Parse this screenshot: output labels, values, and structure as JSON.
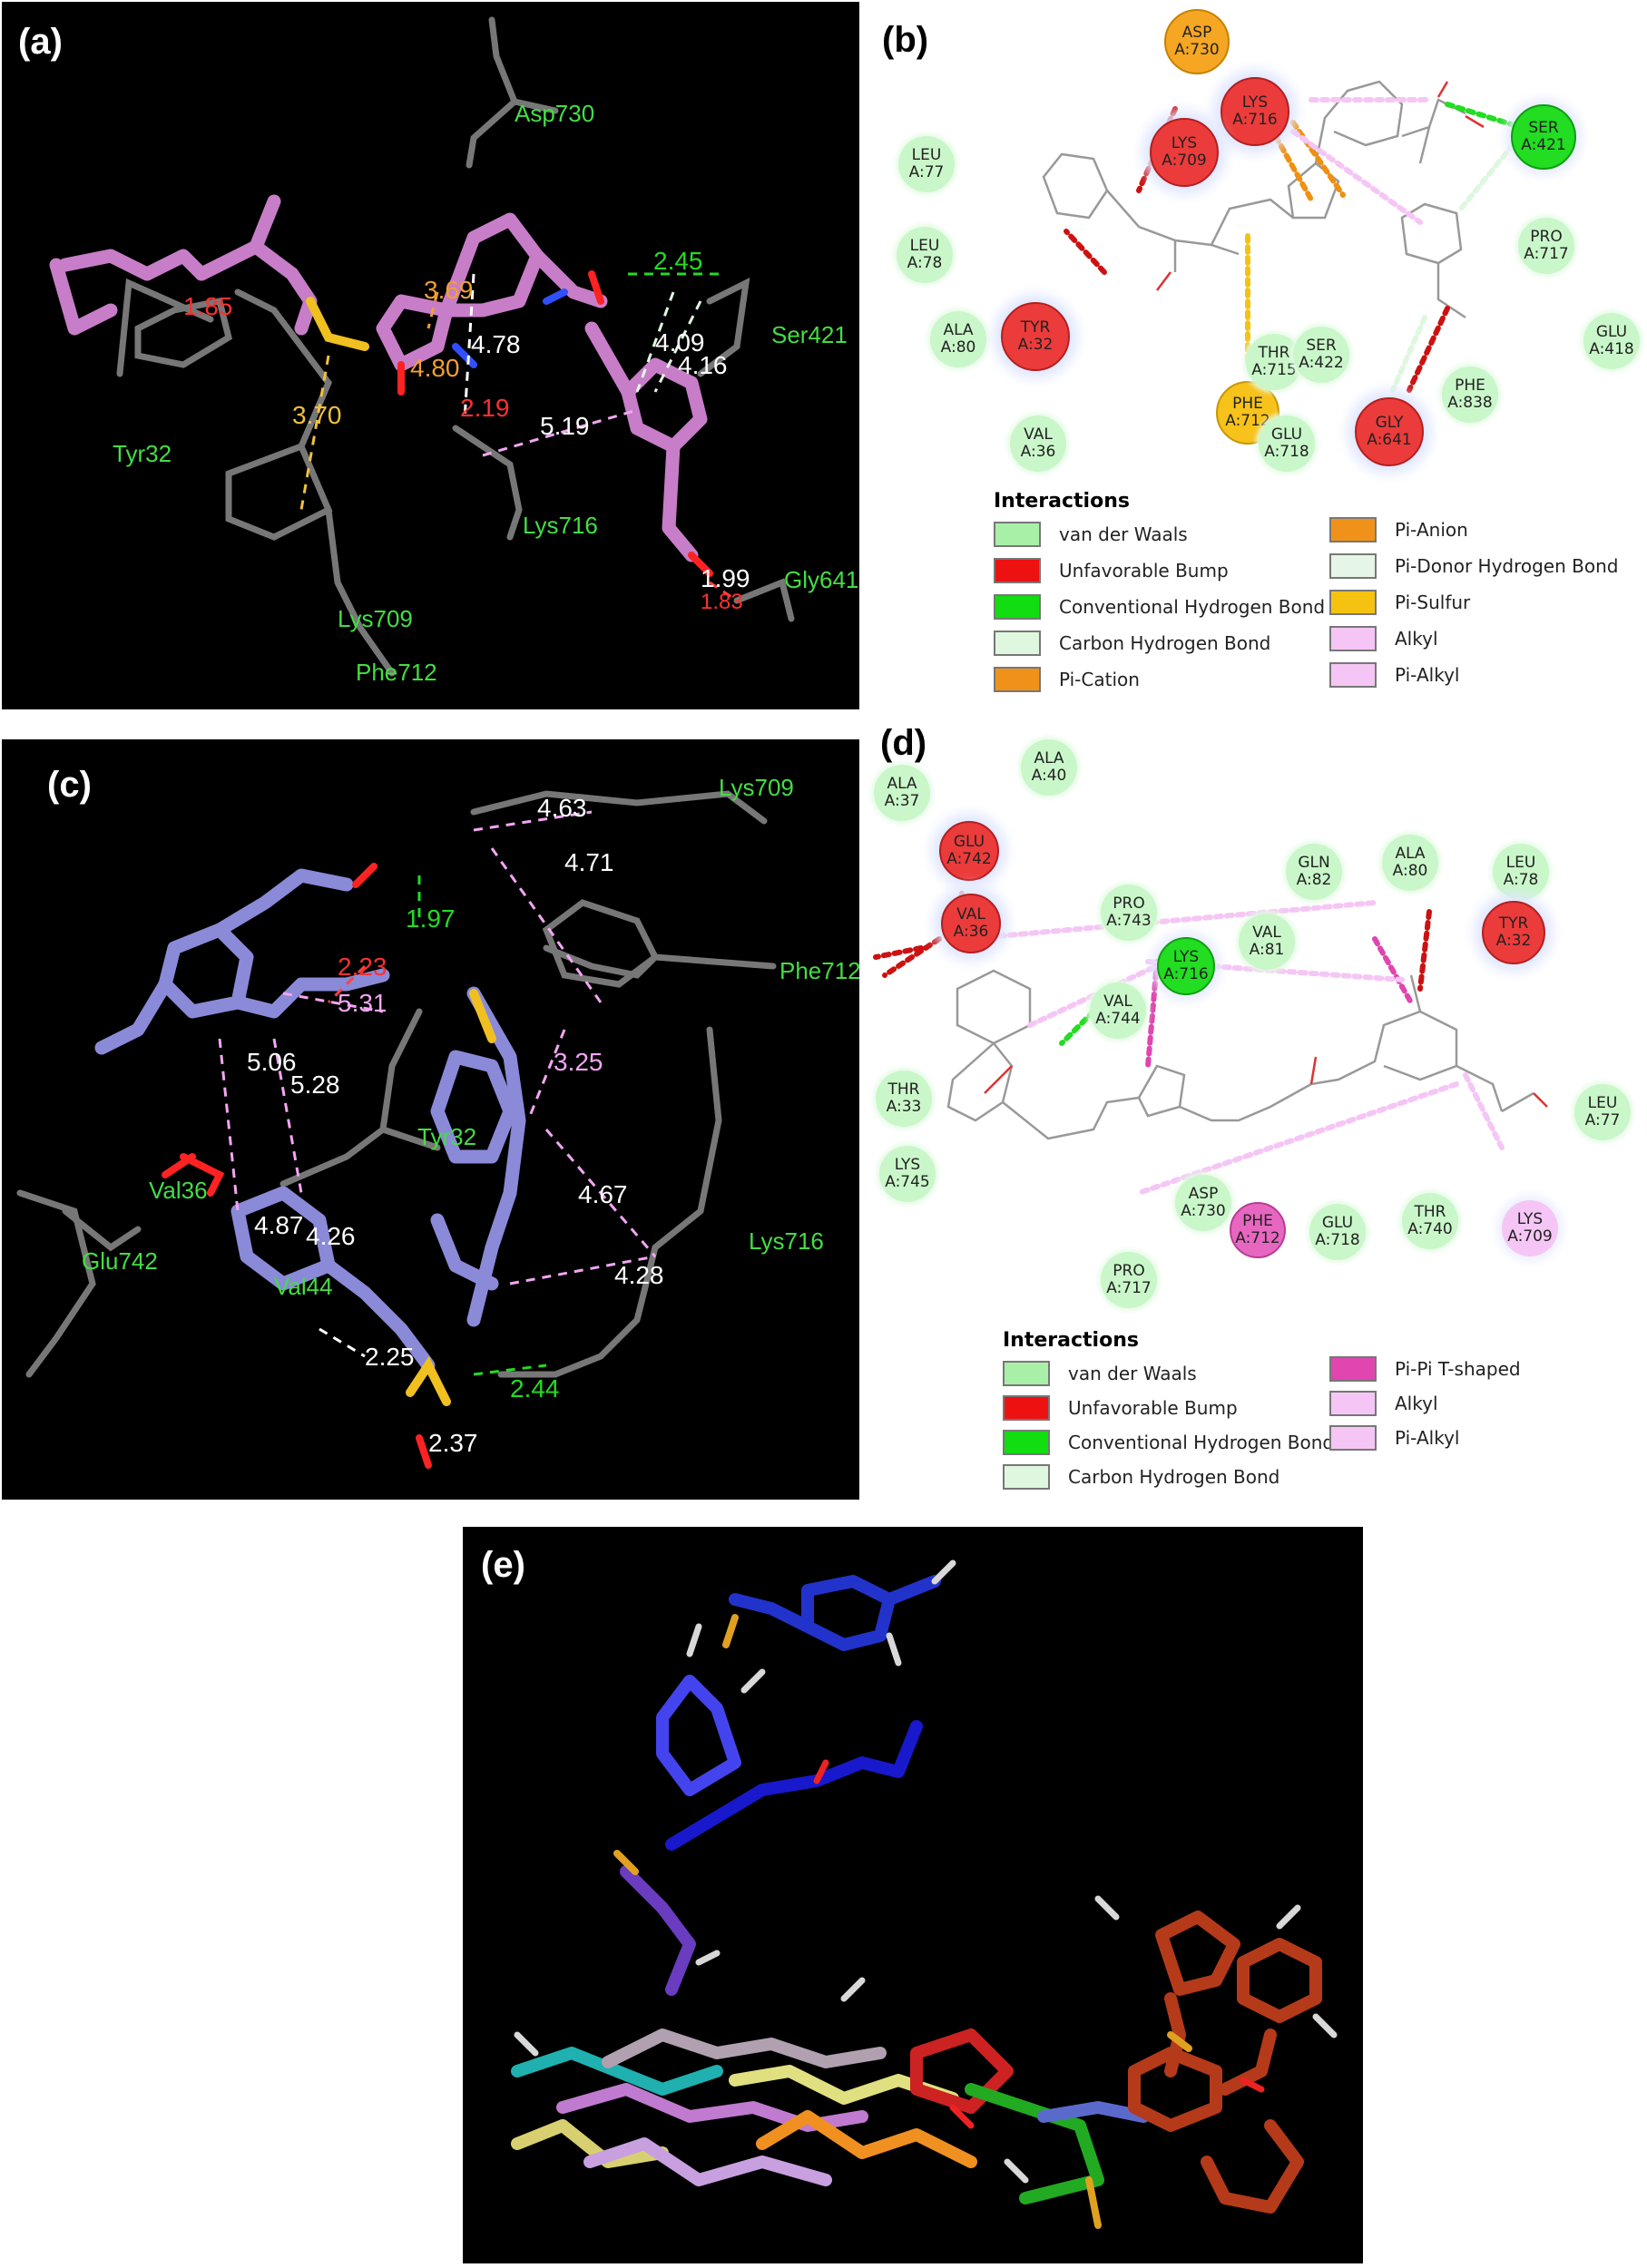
{
  "panels": {
    "a": {
      "label": "(a)",
      "residues": [
        "Asp730",
        "Ser421",
        "Tyr32",
        "Lys716",
        "Lys709",
        "Gly641",
        "Phe712"
      ],
      "distances": [
        "3.69",
        "4.78",
        "4.80",
        "2.19",
        "5.19",
        "3.70",
        "2.45",
        "4.09",
        "4.16",
        "1.99",
        "1.85",
        "1.83"
      ]
    },
    "b": {
      "label": "(b)",
      "nodes": [
        {
          "id": "asp730",
          "name": "ASP",
          "num": "A:730"
        },
        {
          "id": "lys716",
          "name": "LYS",
          "num": "A:716"
        },
        {
          "id": "lys709",
          "name": "LYS",
          "num": "A:709"
        },
        {
          "id": "ser421",
          "name": "SER",
          "num": "A:421"
        },
        {
          "id": "leu77",
          "name": "LEU",
          "num": "A:77"
        },
        {
          "id": "leu78",
          "name": "LEU",
          "num": "A:78"
        },
        {
          "id": "ala80",
          "name": "ALA",
          "num": "A:80"
        },
        {
          "id": "tyr32",
          "name": "TYR",
          "num": "A:32"
        },
        {
          "id": "val36",
          "name": "VAL",
          "num": "A:36"
        },
        {
          "id": "phe712",
          "name": "PHE",
          "num": "A:712"
        },
        {
          "id": "thr715",
          "name": "THR",
          "num": "A:715"
        },
        {
          "id": "ser422",
          "name": "SER",
          "num": "A:422"
        },
        {
          "id": "glu718",
          "name": "GLU",
          "num": "A:718"
        },
        {
          "id": "gly641",
          "name": "GLY",
          "num": "A:641"
        },
        {
          "id": "pro717",
          "name": "PRO",
          "num": "A:717"
        },
        {
          "id": "glu418",
          "name": "GLU",
          "num": "A:418"
        },
        {
          "id": "phe838",
          "name": "PHE",
          "num": "A:838"
        }
      ],
      "legend_title": "Interactions",
      "legend": [
        {
          "label": "van der Waals",
          "color": "#a8f0a8"
        },
        {
          "label": "Unfavorable Bump",
          "color": "#ee1111"
        },
        {
          "label": "Conventional Hydrogen Bond",
          "color": "#11dd11"
        },
        {
          "label": "Carbon Hydrogen Bond",
          "color": "#dff7df"
        },
        {
          "label": "Pi-Cation",
          "color": "#f0921a"
        },
        {
          "label": "Pi-Anion",
          "color": "#f0921a"
        },
        {
          "label": "Pi-Donor Hydrogen Bond",
          "color": "#e6f6e6"
        },
        {
          "label": "Pi-Sulfur",
          "color": "#f5c211"
        },
        {
          "label": "Alkyl",
          "color": "#f5c6f5"
        },
        {
          "label": "Pi-Alkyl",
          "color": "#f5c6f5"
        }
      ]
    },
    "c": {
      "label": "(c)",
      "residues": [
        "Lys709",
        "Phe712",
        "Tyr32",
        "Lys716",
        "Glu742",
        "Val36",
        "Val44"
      ],
      "distances": [
        "4.63",
        "4.71",
        "1.97",
        "2.23",
        "5.31",
        "3.25",
        "5.06",
        "5.28",
        "4.67",
        "4.87",
        "4.26",
        "4.28",
        "2.25",
        "2.44",
        "2.37"
      ]
    },
    "d": {
      "label": "(d)",
      "nodes": [
        {
          "id": "ala37",
          "name": "ALA",
          "num": "A:37"
        },
        {
          "id": "ala40",
          "name": "ALA",
          "num": "A:40"
        },
        {
          "id": "glu742",
          "name": "GLU",
          "num": "A:742"
        },
        {
          "id": "val36",
          "name": "VAL",
          "num": "A:36"
        },
        {
          "id": "pro743",
          "name": "PRO",
          "num": "A:743"
        },
        {
          "id": "gln82",
          "name": "GLN",
          "num": "A:82"
        },
        {
          "id": "ala80",
          "name": "ALA",
          "num": "A:80"
        },
        {
          "id": "leu78",
          "name": "LEU",
          "num": "A:78"
        },
        {
          "id": "val81",
          "name": "VAL",
          "num": "A:81"
        },
        {
          "id": "tyr32",
          "name": "TYR",
          "num": "A:32"
        },
        {
          "id": "lys716",
          "name": "LYS",
          "num": "A:716"
        },
        {
          "id": "val744",
          "name": "VAL",
          "num": "A:744"
        },
        {
          "id": "thr33",
          "name": "THR",
          "num": "A:33"
        },
        {
          "id": "lys745",
          "name": "LYS",
          "num": "A:745"
        },
        {
          "id": "leu77",
          "name": "LEU",
          "num": "A:77"
        },
        {
          "id": "asp730",
          "name": "ASP",
          "num": "A:730"
        },
        {
          "id": "phe712",
          "name": "PHE",
          "num": "A:712"
        },
        {
          "id": "glu718",
          "name": "GLU",
          "num": "A:718"
        },
        {
          "id": "thr740",
          "name": "THR",
          "num": "A:740"
        },
        {
          "id": "lys709",
          "name": "LYS",
          "num": "A:709"
        },
        {
          "id": "pro717",
          "name": "PRO",
          "num": "A:717"
        }
      ],
      "legend_title": "Interactions",
      "legend": [
        {
          "label": "van der Waals",
          "color": "#a8f0a8"
        },
        {
          "label": "Unfavorable Bump",
          "color": "#ee1111"
        },
        {
          "label": "Conventional Hydrogen Bond",
          "color": "#11dd11"
        },
        {
          "label": "Carbon Hydrogen Bond",
          "color": "#dff7df"
        },
        {
          "label": "Pi-Pi T-shaped",
          "color": "#e045b0"
        },
        {
          "label": "Alkyl",
          "color": "#f5c6f5"
        },
        {
          "label": "Pi-Alkyl",
          "color": "#f5c6f5"
        }
      ]
    },
    "e": {
      "label": "(e)"
    }
  }
}
